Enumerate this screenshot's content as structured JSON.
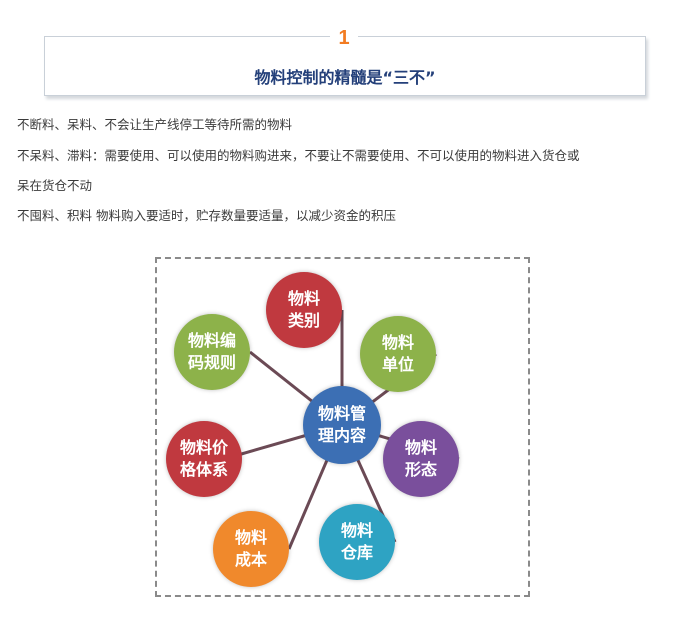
{
  "section": {
    "number": "1",
    "title": "物料控制的精髓是“三不”"
  },
  "paragraphs": [
    "不断料、呆料、不会让生产线停工等待所需的物料",
    "不呆料、滞料：需要使用、可以使用的物料购进来，不要让不需要使用、不可以使用的物料进入货仓或",
    "呆在货仓不动",
    "不囤料、积料 物料购入要适时，贮存数量要适量，以减少资金的积压"
  ],
  "diagram": {
    "center": {
      "line1": "物料管",
      "line2": "理内容",
      "color": "#3c6fb4"
    },
    "nodes": [
      {
        "line1": "物料",
        "line2": "类别",
        "color": "#c0393f"
      },
      {
        "line1": "物料",
        "line2": "单位",
        "color": "#8db24a"
      },
      {
        "line1": "物料",
        "line2": "形态",
        "color": "#7a4f9c"
      },
      {
        "line1": "物料",
        "line2": "仓库",
        "color": "#2ea3c3"
      },
      {
        "line1": "物料",
        "line2": "成本",
        "color": "#f0892c"
      },
      {
        "line1": "物料价",
        "line2": "格体系",
        "color": "#c0393f"
      },
      {
        "line1": "物料编",
        "line2": "码规则",
        "color": "#8db24a"
      }
    ]
  }
}
